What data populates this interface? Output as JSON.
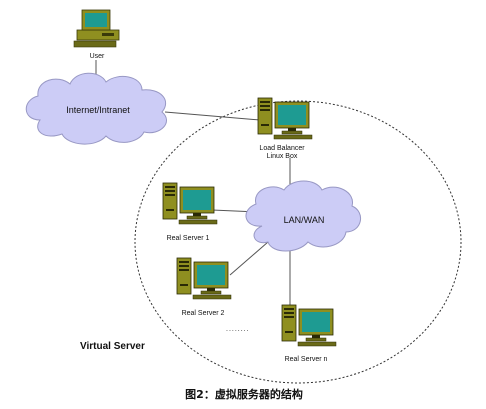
{
  "nodes": {
    "user": {
      "label": "User"
    },
    "internet": {
      "label": "Internet/Intranet"
    },
    "load_balancer": {
      "label_line1": "Load Balancer",
      "label_line2": "Linux Box"
    },
    "lanwan": {
      "label": "LAN/WAN"
    },
    "real_server_1": {
      "label": "Real Server 1"
    },
    "real_server_2": {
      "label": "Real Server 2"
    },
    "real_server_n": {
      "label": "Real Server n"
    }
  },
  "ellipsis": "........",
  "boundary": {
    "label": "Virtual Server"
  },
  "caption": "图2：虚拟服务器的结构",
  "colors": {
    "monitor_frame": "#8f8f20",
    "monitor_screen": "#1e9b92",
    "cloud_fill": "#ccccf6",
    "cloud_stroke": "#9898c4",
    "line": "#555555",
    "tower": "#8f8f20"
  }
}
